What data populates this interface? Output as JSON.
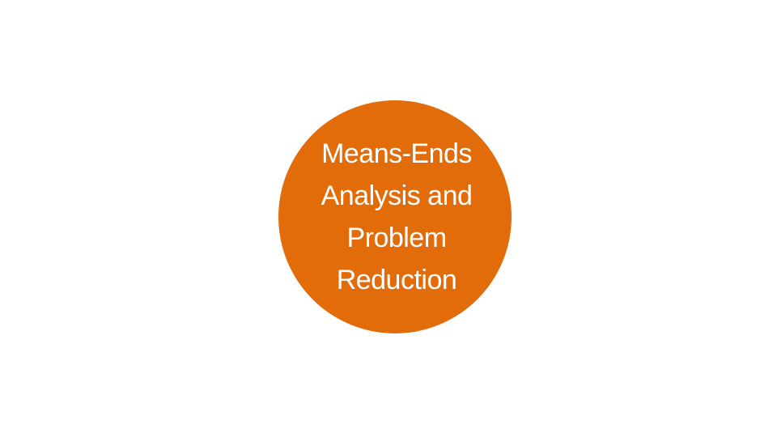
{
  "slide": {
    "title_lines": [
      "Means-Ends",
      "Analysis and",
      "Problem",
      "Reduction"
    ]
  },
  "colors": {
    "background": "#ffffff",
    "circle": "#e36c0a",
    "text": "#ffffff"
  }
}
